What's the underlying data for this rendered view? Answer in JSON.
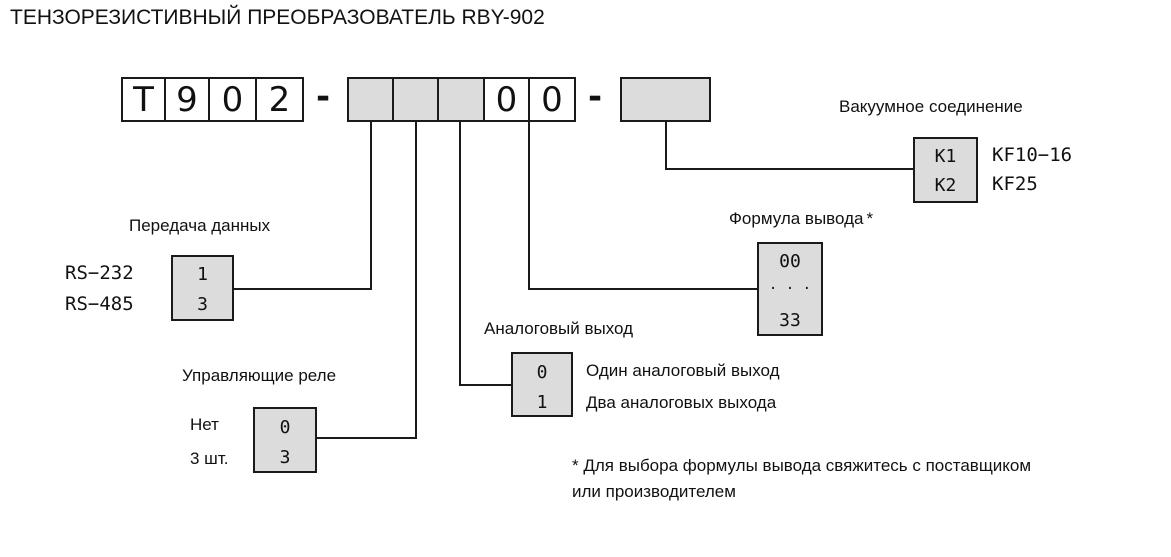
{
  "title": "ТЕНЗОРЕЗИСТИВНЫЙ ПРЕОБРАЗОВАТЕЛЬ RBY-902",
  "code": {
    "fixed": [
      "T",
      "9",
      "0",
      "2"
    ],
    "dash": "-",
    "fixed_zeros": [
      "0",
      "0"
    ]
  },
  "vacuum": {
    "title": "Вакуумное соединение",
    "options": [
      {
        "code": "K1",
        "label": "KF10−16"
      },
      {
        "code": "K2",
        "label": "KF25"
      }
    ]
  },
  "data_transfer": {
    "title": "Передача данных",
    "options": [
      {
        "code": "1",
        "label": "RS−232"
      },
      {
        "code": "3",
        "label": "RS−485"
      }
    ]
  },
  "output_formula": {
    "title": "Формула вывода",
    "mark": "*",
    "codes": [
      "00",
      "· · ·",
      "33"
    ]
  },
  "analog_output": {
    "title": "Аналоговый выход",
    "options": [
      {
        "code": "0",
        "label": "Один аналоговый выход"
      },
      {
        "code": "1",
        "label": "Два аналоговых выхода"
      }
    ]
  },
  "relays": {
    "title": "Управляющие реле",
    "options": [
      {
        "code": "0",
        "label": "Нет"
      },
      {
        "code": "3",
        "label": "3 шт."
      }
    ]
  },
  "footnote": {
    "line1": "* Для выбора формулы вывода свяжитесь с поставщиком",
    "line2": "или производителем"
  }
}
